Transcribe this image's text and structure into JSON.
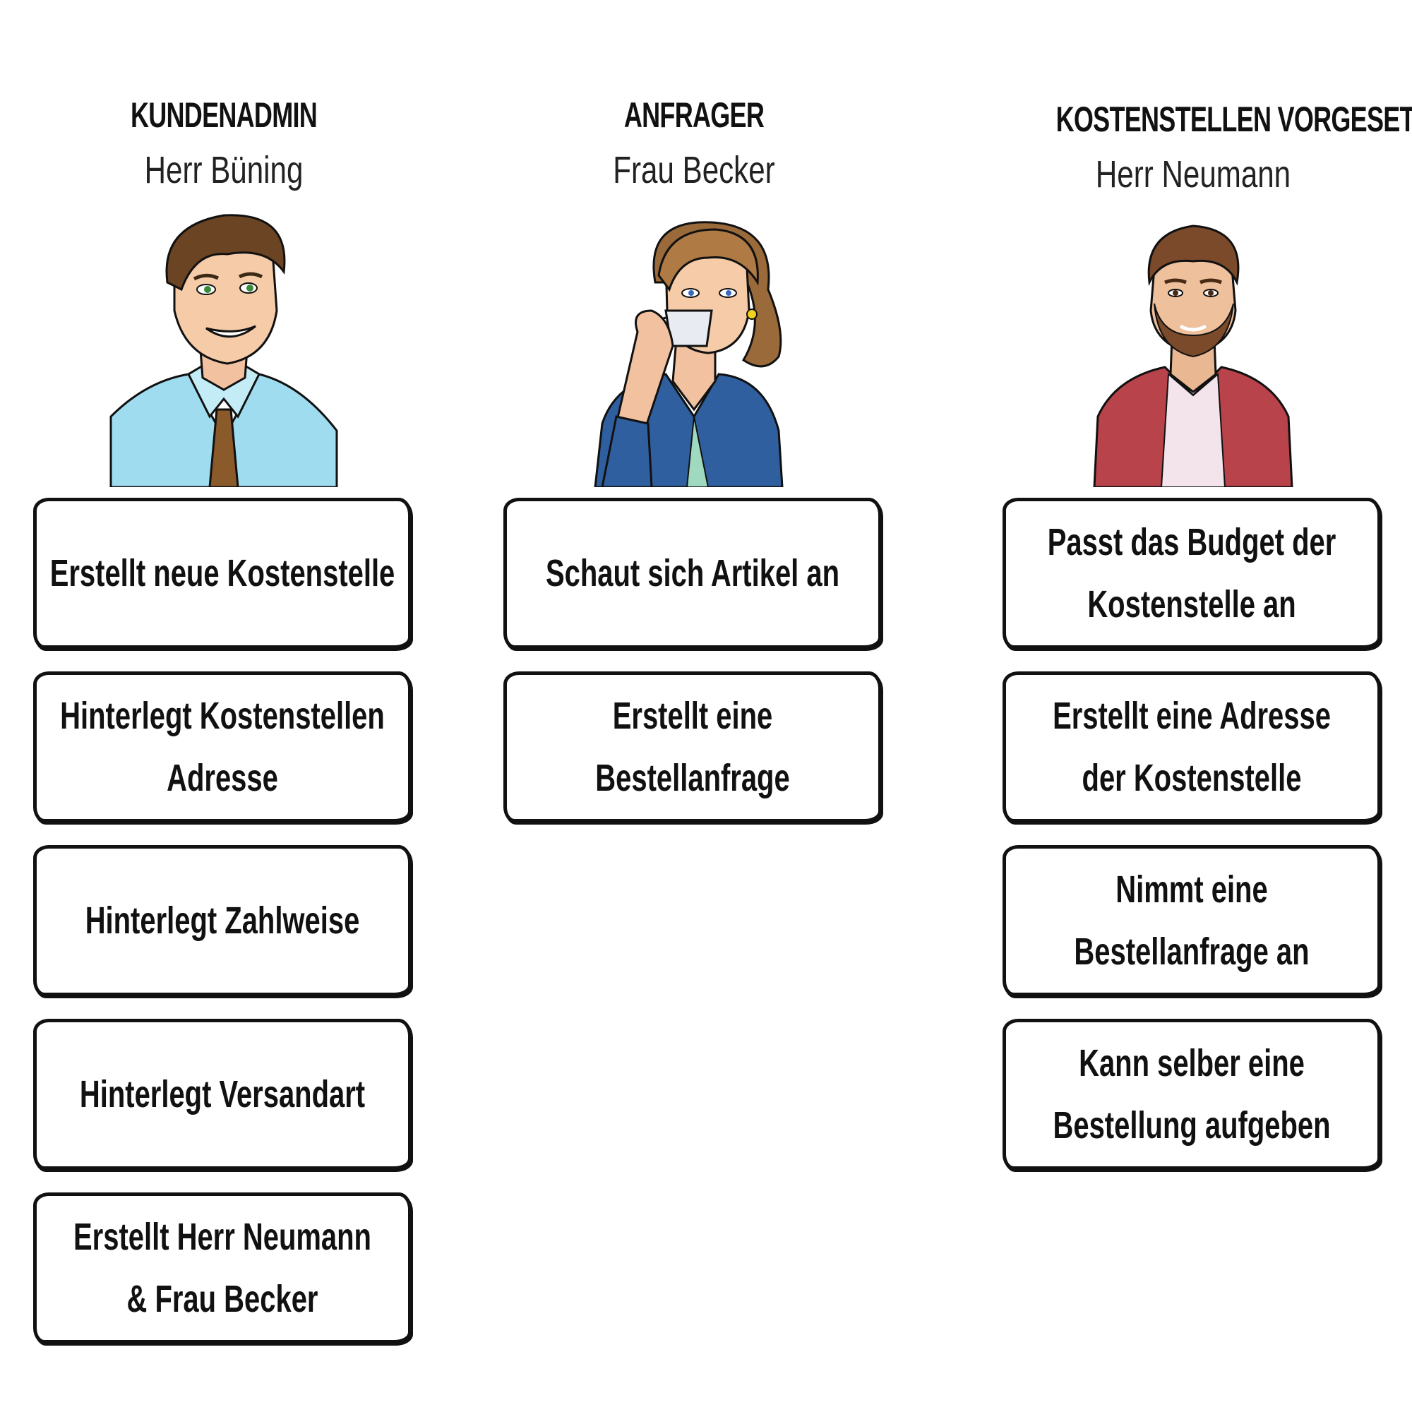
{
  "columns": [
    {
      "role": "KUNDENADMIN",
      "person": "Herr Büning",
      "avatar_icon": "businessman-blue-shirt-icon",
      "tasks": [
        "Erstellt neue Kostenstelle",
        "Hinterlegt Kostenstellen\nAdresse",
        "Hinterlegt Zahlweise",
        "Hinterlegt Versandart",
        "Erstellt Herr Neumann\n& Frau Becker"
      ]
    },
    {
      "role": "ANFRAGER",
      "person": "Frau Becker",
      "avatar_icon": "woman-drinking-coffee-icon",
      "tasks": [
        "Schaut sich Artikel an",
        "Erstellt eine\nBestellanfrage"
      ]
    },
    {
      "role": "KOSTENSTELLEN VORGESETZTER",
      "person": "Herr Neumann",
      "avatar_icon": "bearded-man-red-jacket-icon",
      "tasks": [
        "Passt das Budget der\nKostenstelle an",
        "Erstellt eine Adresse\nder Kostenstelle",
        "Nimmt eine\nBestellanfrage an",
        "Kann selber eine\nBestellung aufgeben"
      ]
    }
  ],
  "colors": {
    "border": "#111111",
    "text": "#111111",
    "background": "#ffffff",
    "admin_shirt": "#9fdcef",
    "admin_tie": "#8a5a2b",
    "requester_jacket": "#2f5f9e",
    "requester_hair": "#9a6a3a",
    "boss_jacket": "#b8434a",
    "boss_hair": "#7a4a2a"
  }
}
